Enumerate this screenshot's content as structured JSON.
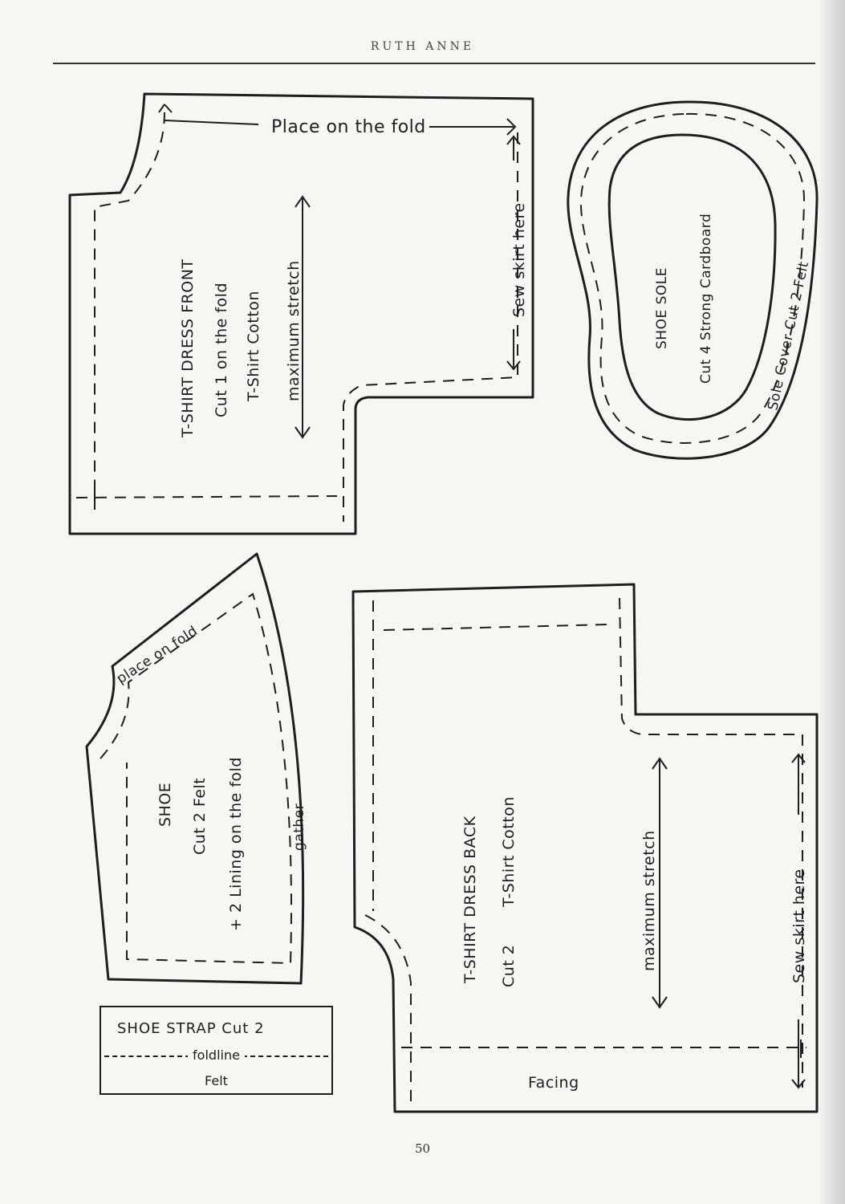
{
  "header": {
    "running_head": "Ruth Anne"
  },
  "footer": {
    "page_number": "50"
  },
  "dress_front": {
    "place_on_fold": "Place on the fold",
    "title": "T-SHIRT  DRESS  FRONT",
    "cut": "Cut 1 on the fold",
    "fabric": "T-Shirt  Cotton",
    "stretch": "maximum  stretch",
    "sew_skirt": "Sew  skirt  here"
  },
  "shoe_sole": {
    "title": "SHOE   SOLE",
    "cut": "Cut 4  Strong Cardboard",
    "cover": "Sole  Cover   Cut 2 Felt"
  },
  "shoe": {
    "place_on_fold": "place on fold",
    "gather": "gather",
    "title": "SHOE",
    "cut": "Cut 2 Felt",
    "lining": "+  2  Lining  on  the fold"
  },
  "dress_back": {
    "title": "T-SHIRT   DRESS BACK",
    "cut": "Cut 2",
    "fabric": "T-Shirt Cotton",
    "stretch": "maximum  stretch",
    "sew_skirt": "Sew  skirt  here",
    "facing": "Facing"
  },
  "shoe_strap": {
    "title": "SHOE STRAP  Cut  2",
    "foldline": "foldline",
    "fabric": "Felt"
  }
}
